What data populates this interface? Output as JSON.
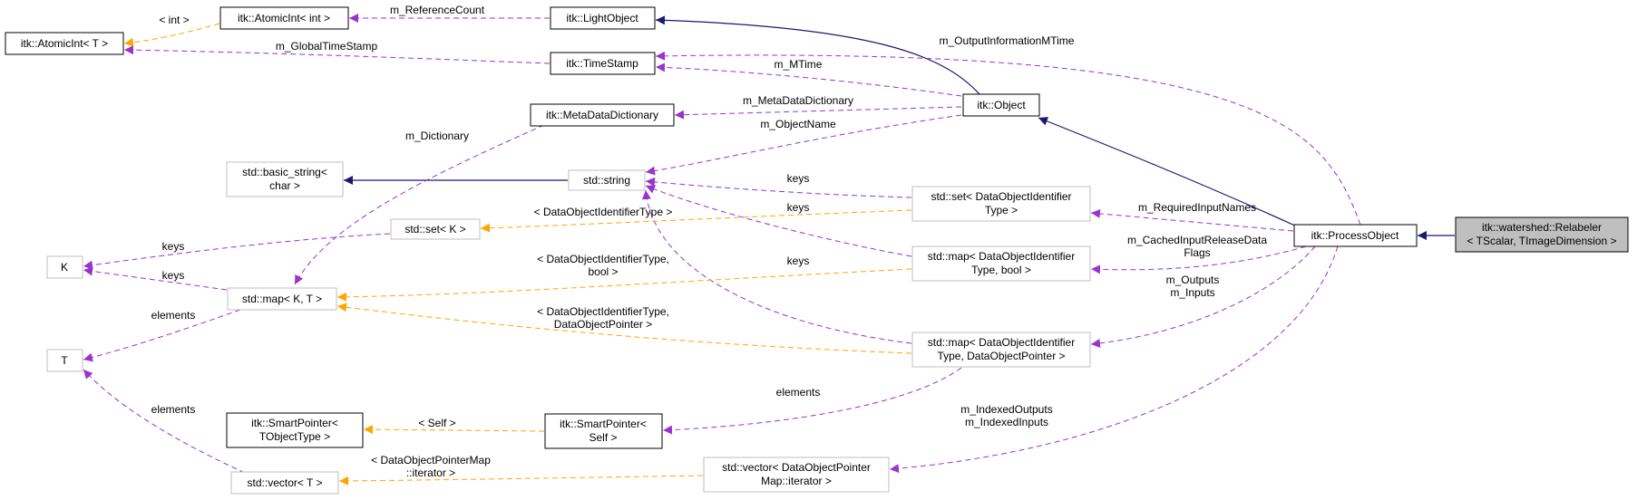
{
  "colors": {
    "inheritance": "#191970",
    "usage": "#9a32cd",
    "template": "#ffa500",
    "node_border_documented": "#000000",
    "node_border_undocumented": "#bfbfbf",
    "focus_fill": "#bfbfbf"
  },
  "nodes": {
    "relabeler": {
      "lines": [
        "itk::watershed::Relabeler",
        "< TScalar, TImageDimension >"
      ]
    },
    "process_object": {
      "lines": [
        "itk::ProcessObject"
      ]
    },
    "object": {
      "lines": [
        "itk::Object"
      ]
    },
    "light_object": {
      "lines": [
        "itk::LightObject"
      ]
    },
    "time_stamp": {
      "lines": [
        "itk::TimeStamp"
      ]
    },
    "meta_data_dictionary": {
      "lines": [
        "itk::MetaDataDictionary"
      ]
    },
    "atomic_int_int": {
      "lines": [
        "itk::AtomicInt< int >"
      ]
    },
    "atomic_int_t": {
      "lines": [
        "itk::AtomicInt< T >"
      ]
    },
    "std_string": {
      "lines": [
        "std::string"
      ]
    },
    "basic_string": {
      "lines": [
        "std::basic_string<",
        "char >"
      ]
    },
    "std_set_k": {
      "lines": [
        "std::set< K >"
      ]
    },
    "k": {
      "lines": [
        "K"
      ]
    },
    "std_map_kt": {
      "lines": [
        "std::map< K, T >"
      ]
    },
    "t": {
      "lines": [
        "T"
      ]
    },
    "set_doid": {
      "lines": [
        "std::set< DataObjectIdentifier",
        "Type >"
      ]
    },
    "map_doid_bool": {
      "lines": [
        "std::map< DataObjectIdentifier",
        "Type, bool >"
      ]
    },
    "map_doid_ptr": {
      "lines": [
        "std::map< DataObjectIdentifier",
        "Type, DataObjectPointer >"
      ]
    },
    "smart_pointer_otype": {
      "lines": [
        "itk::SmartPointer<",
        "TObjectType >"
      ]
    },
    "smart_pointer_self": {
      "lines": [
        "itk::SmartPointer<",
        "Self >"
      ]
    },
    "vector_t": {
      "lines": [
        "std::vector< T >"
      ]
    },
    "vector_dopm": {
      "lines": [
        "std::vector< DataObjectPointer",
        "Map::iterator >"
      ]
    }
  },
  "edge_labels": {
    "int": [
      "< int >"
    ],
    "reference_count": [
      "m_ReferenceCount"
    ],
    "global_time_stamp": [
      "m_GlobalTimeStamp"
    ],
    "output_information_mtime": [
      "m_OutputInformationMTime"
    ],
    "mtime": [
      "m_MTime"
    ],
    "meta_data_dictionary": [
      "m_MetaDataDictionary"
    ],
    "object_name": [
      "m_ObjectName"
    ],
    "dictionary": [
      "m_Dictionary"
    ],
    "keys_set_doid": [
      "keys"
    ],
    "keys_map_bool": [
      "keys"
    ],
    "keys_map_ptr": [
      "keys"
    ],
    "doid_type": [
      "< DataObjectIdentifierType >"
    ],
    "keys_set_k": [
      "keys"
    ],
    "keys_map_kt": [
      "keys"
    ],
    "required_input_names": [
      "m_RequiredInputNames"
    ],
    "cached_input_release": [
      "m_CachedInputReleaseData",
      "Flags"
    ],
    "doid_bool": [
      "< DataObjectIdentifierType,",
      "bool >"
    ],
    "outputs_inputs": [
      "m_Outputs",
      "m_Inputs"
    ],
    "elements_map_kt": [
      "elements"
    ],
    "doid_ptr": [
      "< DataObjectIdentifierType,",
      "DataObjectPointer >"
    ],
    "elements_smart": [
      "elements"
    ],
    "self": [
      "< Self >"
    ],
    "elements_vector_t": [
      "elements"
    ],
    "indexed_outputs_inputs": [
      "m_IndexedOutputs",
      "m_IndexedInputs"
    ],
    "dopm_iterator": [
      "< DataObjectPointerMap",
      "::iterator >"
    ]
  }
}
